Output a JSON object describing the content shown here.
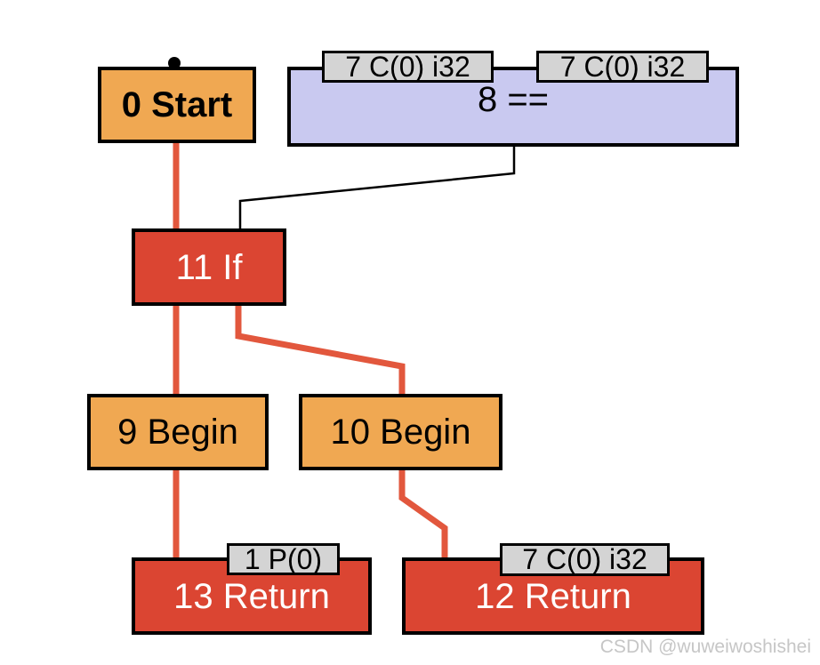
{
  "diagram": {
    "nodes": {
      "start": {
        "label": "0 Start"
      },
      "eq": {
        "label": "8 ==",
        "port_left": "7 C(0) i32",
        "port_right": "7 C(0) i32"
      },
      "if": {
        "label": "11 If"
      },
      "begin9": {
        "label": "9 Begin"
      },
      "begin10": {
        "label": "10 Begin"
      },
      "return13": {
        "label": "13 Return",
        "port": "1 P(0)"
      },
      "return12": {
        "label": "12 Return",
        "port": "7 C(0) i32"
      }
    },
    "edges": [
      {
        "from": "0 Start",
        "to": "11 If",
        "type": "control"
      },
      {
        "from": "11 If",
        "to": "9 Begin",
        "type": "control"
      },
      {
        "from": "11 If",
        "to": "10 Begin",
        "type": "control"
      },
      {
        "from": "9 Begin",
        "to": "13 Return",
        "type": "control"
      },
      {
        "from": "10 Begin",
        "to": "12 Return",
        "type": "control"
      },
      {
        "from": "8 ==",
        "to": "11 If",
        "type": "data"
      }
    ],
    "colors": {
      "control_node_fill": "#F0A852",
      "cfg_red_fill": "#DB4532",
      "data_node_fill": "#C9C9F0",
      "port_label_fill": "#D4D4D4",
      "control_edge": "#E2573D",
      "data_edge": "#000000",
      "node_border": "#000000",
      "watermark": "#C6C6C6"
    }
  },
  "watermark": {
    "text": "CSDN @wuweiwoshishei"
  }
}
